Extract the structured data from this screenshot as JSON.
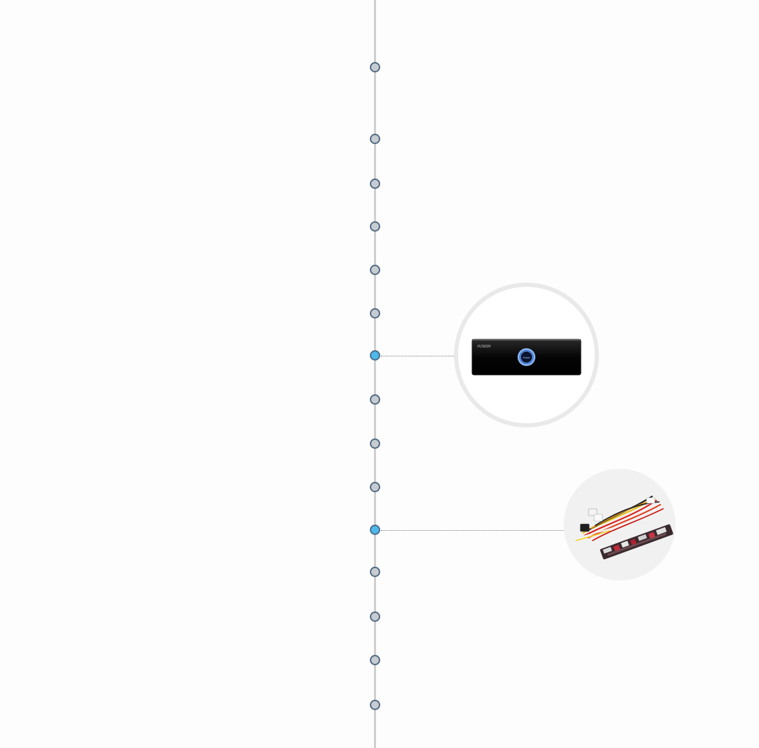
{
  "timeline": {
    "nodes": [
      {
        "id": "n1",
        "active": false
      },
      {
        "id": "n2",
        "active": false
      },
      {
        "id": "n3",
        "active": false
      },
      {
        "id": "n4",
        "active": false
      },
      {
        "id": "n5",
        "active": false
      },
      {
        "id": "n6",
        "active": false
      },
      {
        "id": "n7",
        "active": true
      },
      {
        "id": "n8",
        "active": false
      },
      {
        "id": "n9",
        "active": false
      },
      {
        "id": "n10",
        "active": false
      },
      {
        "id": "n11",
        "active": true
      },
      {
        "id": "n12",
        "active": false
      },
      {
        "id": "n13",
        "active": false
      },
      {
        "id": "n14",
        "active": false
      },
      {
        "id": "n15",
        "active": false
      }
    ],
    "colors": {
      "line": "#cfcfcf",
      "node_fill": "#c6ccd2",
      "node_border": "#536a80",
      "node_active_fill": "#4fb8ea"
    }
  },
  "thumbnails": [
    {
      "icon": "black-device-panel-image",
      "brand_text": "FUSION",
      "button_text": "Power"
    },
    {
      "icon": "cable-bundle-power-board-image"
    }
  ]
}
